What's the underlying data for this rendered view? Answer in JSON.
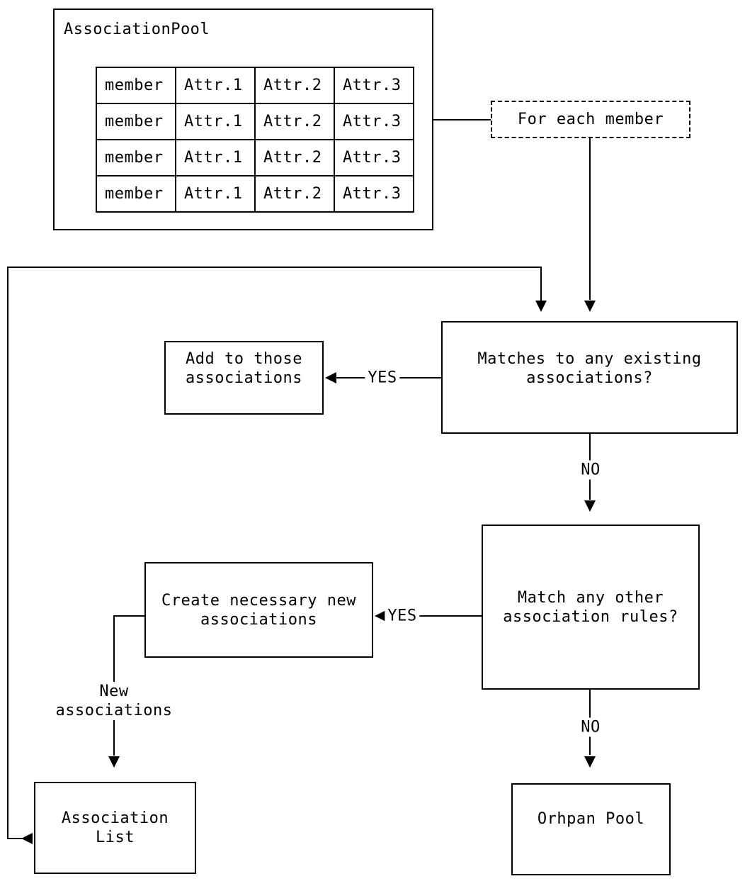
{
  "colors": {
    "line": "#000000",
    "box_background": "#ffffff",
    "page_background": "#ffffff",
    "text": "#000000"
  },
  "pool": {
    "title": "AssociationPool",
    "table": {
      "rows": [
        [
          "member",
          "Attr.1",
          "Attr.2",
          "Attr.3"
        ],
        [
          "member",
          "Attr.1",
          "Attr.2",
          "Attr.3"
        ],
        [
          "member",
          "Attr.1",
          "Attr.2",
          "Attr.3"
        ],
        [
          "member",
          "Attr.1",
          "Attr.2",
          "Attr.3"
        ]
      ]
    }
  },
  "loop": {
    "label": "For each member"
  },
  "decisions": {
    "existing": {
      "line1": "Matches to any existing",
      "line2": "associations?"
    },
    "rules": {
      "line1": "Match any other",
      "line2": "association rules?"
    }
  },
  "actions": {
    "add": {
      "line1": "Add to those",
      "line2": "associations"
    },
    "create": {
      "line1": "Create necessary new",
      "line2": "associations"
    }
  },
  "sinks": {
    "assoc_list": {
      "line1": "Association",
      "line2": "List"
    },
    "orphan": {
      "label": "Orhpan Pool"
    }
  },
  "edge_labels": {
    "yes1": "YES",
    "no1": "NO",
    "yes2": "YES",
    "no2": "NO",
    "new_assoc_line1": "New",
    "new_assoc_line2": "associations"
  }
}
